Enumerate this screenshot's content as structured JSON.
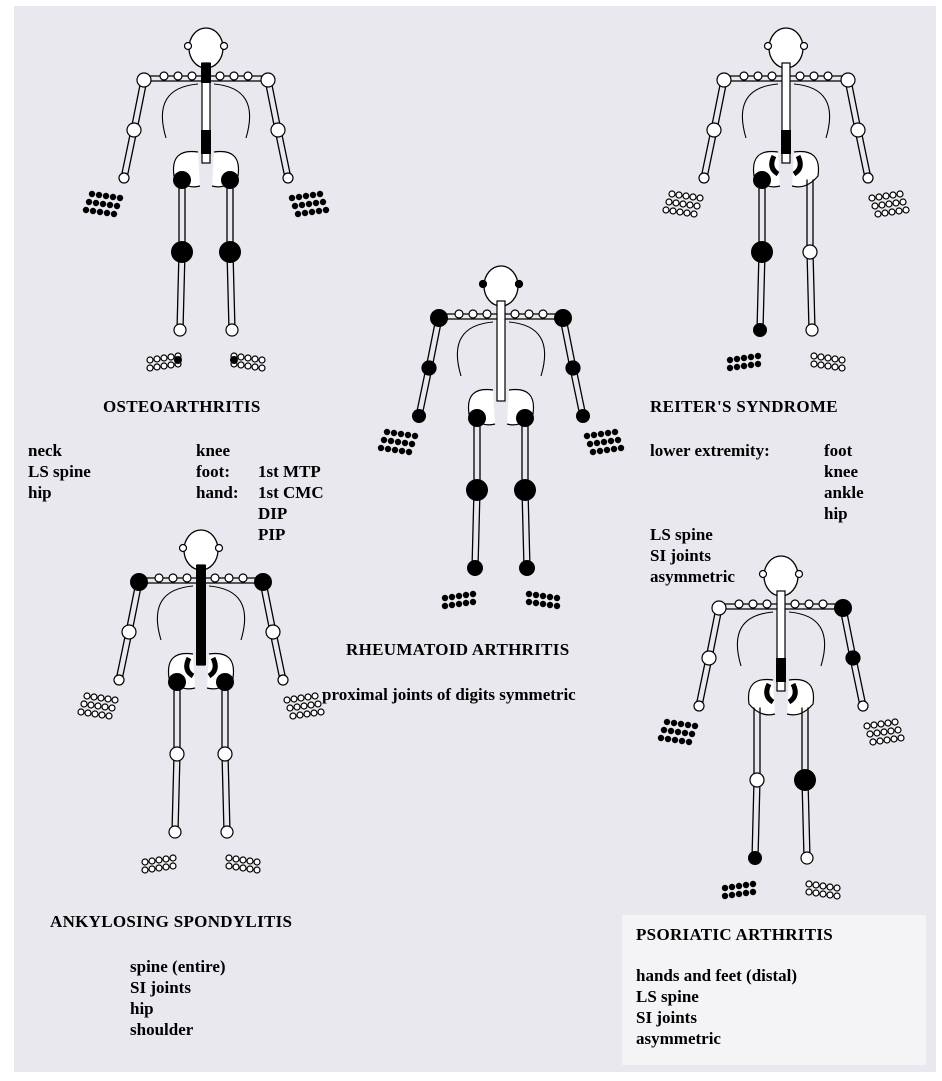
{
  "diagrams": {
    "osteoarthritis": {
      "title": "OSTEOARTHRITIS",
      "col1": [
        "neck",
        "LS spine",
        "hip"
      ],
      "col2_labels": [
        "knee",
        "foot:",
        "hand:"
      ],
      "col3": [
        "1st MTP",
        "1st CMC",
        "DIP",
        "PIP"
      ]
    },
    "reiters": {
      "title": "REITER'S SYNDROME",
      "lead": "lower extremity:",
      "joints": [
        "foot",
        "knee",
        "ankle",
        "hip"
      ],
      "extra": [
        "LS spine",
        "SI joints",
        "asymmetric"
      ]
    },
    "rheumatoid": {
      "title": "RHEUMATOID ARTHRITIS",
      "note": "proximal joints of digits symmetric"
    },
    "ankylosing": {
      "title": "ANKYLOSING SPONDYLITIS",
      "items": [
        "spine (entire)",
        "SI joints",
        "hip",
        "shoulder"
      ]
    },
    "psoriatic": {
      "title": "PSORIATIC ARTHRITIS",
      "items": [
        "hands and feet (distal)",
        "LS spine",
        "SI joints",
        "asymmetric"
      ]
    }
  },
  "colors": {
    "background": "#e9e8ee",
    "affected_joint": "#000000",
    "outline": "#000000"
  }
}
